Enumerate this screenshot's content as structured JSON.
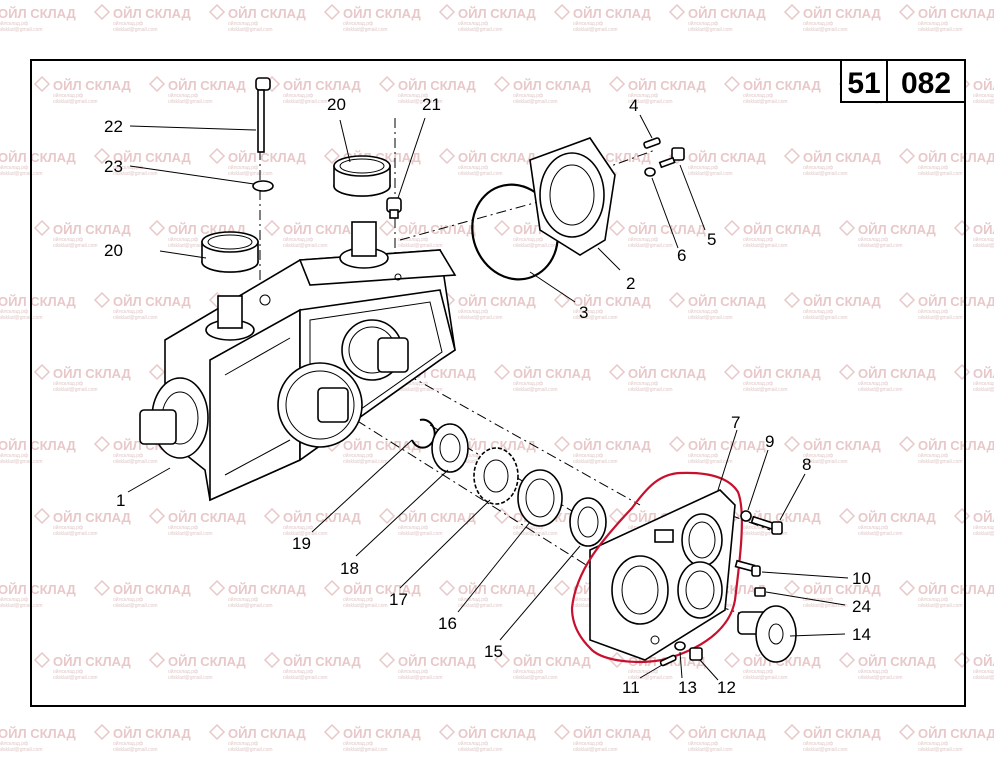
{
  "plate": {
    "group": "51",
    "number": "082"
  },
  "watermark": {
    "brand": "ОЙЛ СКЛАД",
    "site": "ойлсклад.рф",
    "email": "oilsklad@gmail.com"
  },
  "highlight_color": "#c8102e",
  "callouts": [
    {
      "id": "c1",
      "text": "1"
    },
    {
      "id": "c2",
      "text": "2"
    },
    {
      "id": "c3",
      "text": "3"
    },
    {
      "id": "c4",
      "text": "4"
    },
    {
      "id": "c5",
      "text": "5"
    },
    {
      "id": "c6",
      "text": "6"
    },
    {
      "id": "c7",
      "text": "7"
    },
    {
      "id": "c8",
      "text": "8"
    },
    {
      "id": "c9",
      "text": "9"
    },
    {
      "id": "c10",
      "text": "10"
    },
    {
      "id": "c11",
      "text": "11"
    },
    {
      "id": "c12",
      "text": "12"
    },
    {
      "id": "c13",
      "text": "13"
    },
    {
      "id": "c14",
      "text": "14"
    },
    {
      "id": "c15",
      "text": "15"
    },
    {
      "id": "c16",
      "text": "16"
    },
    {
      "id": "c17",
      "text": "17"
    },
    {
      "id": "c18",
      "text": "18"
    },
    {
      "id": "c19",
      "text": "19"
    },
    {
      "id": "c20a",
      "text": "20"
    },
    {
      "id": "c20b",
      "text": "20"
    },
    {
      "id": "c21",
      "text": "21"
    },
    {
      "id": "c22",
      "text": "22"
    },
    {
      "id": "c23",
      "text": "23"
    },
    {
      "id": "c24",
      "text": "24"
    }
  ]
}
